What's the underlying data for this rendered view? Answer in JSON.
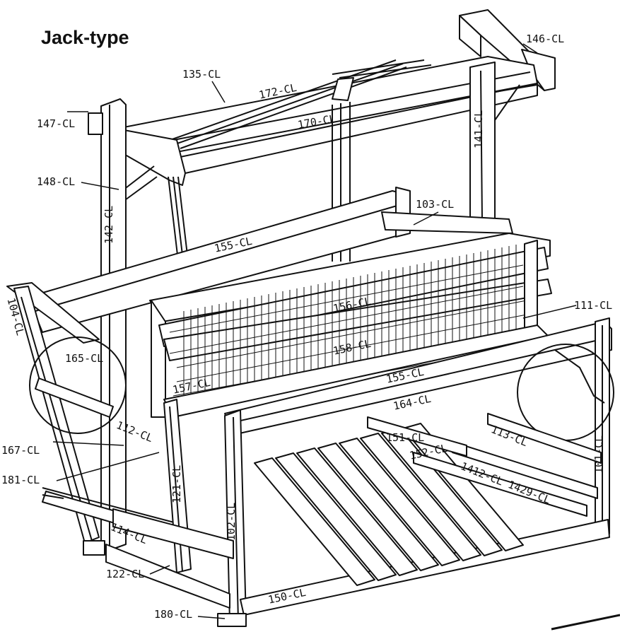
{
  "title": "Jack-type",
  "labels": {
    "l146": "146-CL",
    "l135": "135-CL",
    "l172": "172-CL",
    "l147": "147-CL",
    "l170": "170-CL",
    "l141": "141-CL",
    "l148": "148-CL",
    "l142": "142-CL",
    "l103": "103-CL",
    "l155a": "155-CL",
    "l104": "104-CL",
    "l156": "156-CL",
    "l111": "111-CL",
    "l158": "158-CL",
    "l165": "165-CL",
    "l155b": "155-CL",
    "l157": "157-CL",
    "l164": "164-CL",
    "l101": "101-CL",
    "l112": "112-CL",
    "l113": "113-CL",
    "l151": "151-CL",
    "l167": "167-CL",
    "l152": "152-CL",
    "l1412": "1412-CL",
    "l181": "181-CL",
    "l1429": "1429-CL",
    "l121": "121-CL",
    "l102": "102-CL",
    "l114": "114-CL",
    "l122": "122-CL",
    "l150": "150-CL",
    "l180": "180-CL"
  }
}
